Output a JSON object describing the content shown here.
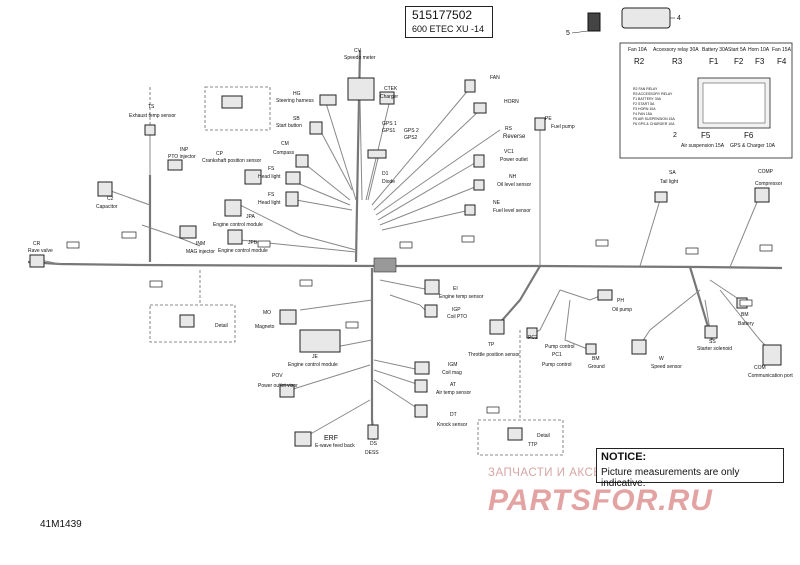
{
  "header": {
    "part_number": "515177502",
    "model": "600 ETEC XU -14"
  },
  "drawing_id": "41M1439",
  "notice": {
    "title": "NOTICE:",
    "text": "Picture measurements are only indicative."
  },
  "watermark": {
    "line1": "ЗАПЧАСТИ И АКСЕССУАРЫ ДЛЯ МОТОТЕХНИКИ",
    "brand": "PARTSFOR.RU"
  },
  "callouts": {
    "c4": "4",
    "c5": "5",
    "c2": "2"
  },
  "fuse_box": {
    "top_labels": [
      "Fan 10A",
      "Accessory relay 30A",
      "Battery 30A",
      "Start 5A",
      "Horn 10A",
      "Fan 15A"
    ],
    "top_codes": [
      "R2",
      "R3",
      "F1",
      "F2",
      "F3",
      "F4"
    ],
    "legend": [
      "R2  FAN RELAY",
      "R3  ACCESSORY RELAY",
      "F1  BATTERY 30A",
      "F2  START 5A",
      "F3  HORN 10A",
      "F4  FAN 15A",
      "F5  AIR SUSPENSION 15A",
      "F6  GPS & CHARGER 10A"
    ],
    "bottom_codes": [
      "F5",
      "F6"
    ],
    "bottom_labels": [
      "Air suspension 15A",
      "GPS & Charger 10A"
    ]
  },
  "components": {
    "exhaust_temp": {
      "code": "TS",
      "label": "Exhaust temp sensor"
    },
    "pto_injector": {
      "code": "INP",
      "label": "PTO injector"
    },
    "capacitor": {
      "code": "C2",
      "label": "Capacitor"
    },
    "rave_valve": {
      "code": "CR",
      "label": "Rave valve"
    },
    "mag_injector": {
      "code": "INM",
      "label": "MAG injector"
    },
    "crankshaft": {
      "code": "CP",
      "label": "Crankshaft position sensor"
    },
    "steering": {
      "code": "HG",
      "label": "Steering harness"
    },
    "start_button": {
      "code": "SB",
      "label": "Start button"
    },
    "compass": {
      "code": "CM",
      "label": "Compass"
    },
    "head_light_1": {
      "code": "FS",
      "label": "Head light"
    },
    "head_light_2": {
      "code": "FS",
      "label": "Head light"
    },
    "ecm_top": {
      "code": "JPA",
      "label": "Engine control module"
    },
    "ecm_top_2": {
      "code": "JPB",
      "label": "Engine control module"
    },
    "speedo": {
      "code": "CV",
      "label": "Speedo meter"
    },
    "ctek": {
      "code": "CTEK",
      "label": "Charger"
    },
    "gps1": {
      "code": "GPS1",
      "label": "GPS 1"
    },
    "gps2": {
      "code": "GPS2",
      "label": "GPS 2"
    },
    "diode": {
      "code": "D1",
      "label": "Diode"
    },
    "fan": {
      "code": "FAN",
      "label": ""
    },
    "horn": {
      "code": "HORN",
      "label": ""
    },
    "reverse": {
      "code": "RS",
      "label": "Reverse"
    },
    "power_outlet": {
      "code": "VC1",
      "label": "Power outlet"
    },
    "oil_level": {
      "code": "NH",
      "label": "Oil level sensor"
    },
    "fuel_level": {
      "code": "NE",
      "label": "Fuel level sensor"
    },
    "fuel_pump": {
      "code": "PE",
      "label": "Fuel pump"
    },
    "tail_light": {
      "code": "SA",
      "label": "Tail light"
    },
    "compressor": {
      "code": "COMP",
      "label": "Compressor"
    },
    "engine_temp": {
      "code": "EI",
      "label": "Engine temp sensor"
    },
    "coil_pto": {
      "code": "IGP",
      "label": "Coil PTO"
    },
    "magneto": {
      "code": "MO",
      "label": "Magneto"
    },
    "ecm_bottom": {
      "code": "JE",
      "label": "Engine control module"
    },
    "coil_mag": {
      "code": "IGM",
      "label": "Coil mag"
    },
    "air_temp": {
      "code": "AT",
      "label": "Air temp sensor"
    },
    "knock": {
      "code": "DT",
      "label": "Knock sensor"
    },
    "pov": {
      "code": "POV",
      "label": "Power outlet visor"
    },
    "erf": {
      "code": "ERF",
      "label": "E-wave feed back"
    },
    "dess": {
      "code": "DS",
      "label": "DESS"
    },
    "tps": {
      "code": "TP",
      "label": "Throttle position sensor"
    },
    "pc2": {
      "code": "PC2",
      "label": "Pump control"
    },
    "pc1": {
      "code": "PC1",
      "label": "Pump control"
    },
    "ground": {
      "code": "BM",
      "label": "Ground"
    },
    "oil_pump": {
      "code": "PH",
      "label": "Oil pump"
    },
    "speed_sensor": {
      "code": "W",
      "label": "Speed sensor"
    },
    "starter": {
      "code": "SS",
      "label": "Starter solenoid"
    },
    "battery": {
      "code": "BM",
      "label": "Battery"
    },
    "comm_port": {
      "code": "COM",
      "label": "Communication port"
    }
  },
  "details": {
    "label": "Detail",
    "detail_tp": "TTP"
  }
}
